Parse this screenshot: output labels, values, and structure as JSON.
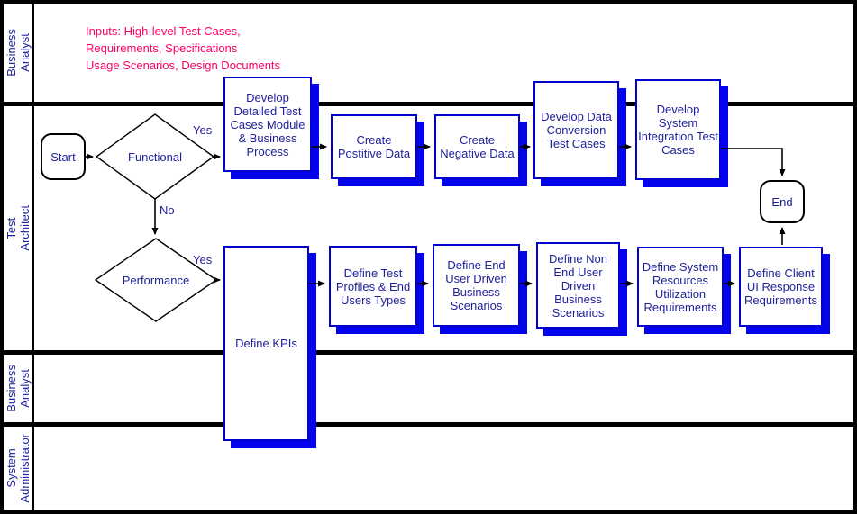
{
  "lanes": [
    {
      "label": "Business\nAnalyst"
    },
    {
      "label": "Test\nArchitect"
    },
    {
      "label": "Business\nAnalyst"
    },
    {
      "label": "System\nAdministrator"
    }
  ],
  "inputs_note": {
    "text": "Inputs: High-level Test Cases,\nRequirements, Specifications\nUsage Scenarios, Design Documents"
  },
  "terminals": {
    "start": "Start",
    "end": "End"
  },
  "decisions": [
    {
      "label": "Functional",
      "yes_label": "Yes",
      "no_label": "No"
    },
    {
      "label": "Performance",
      "yes_label": "Yes"
    }
  ],
  "processes": [
    {
      "label": "Develop\nDetailed Test\nCases Module\n& Business\nProcess"
    },
    {
      "label": "Create\nPostitive Data"
    },
    {
      "label": "Create\nNegative Data"
    },
    {
      "label": "Develop Data\nConversion\nTest Cases"
    },
    {
      "label": "Develop\nSystem\nIntegration Test\nCases"
    },
    {
      "label": "Define KPIs"
    },
    {
      "label": "Define Test\nProfiles & End\nUsers Types"
    },
    {
      "label": "Define End\nUser Driven\nBusiness\nScenarios"
    },
    {
      "label": "Define Non\nEnd User\nDriven\nBusiness\nScenarios"
    },
    {
      "label": "Define System\nResources\nUtilization\nRequirements"
    },
    {
      "label": "Define Client\nUI Response\nRequirements"
    }
  ],
  "colors": {
    "box_border": "#0202CC",
    "box_shadow": "#0303EE",
    "box_text": "#21219B",
    "note_text": "#FF0066",
    "line": "#000000",
    "background": "#FFFFFF"
  }
}
